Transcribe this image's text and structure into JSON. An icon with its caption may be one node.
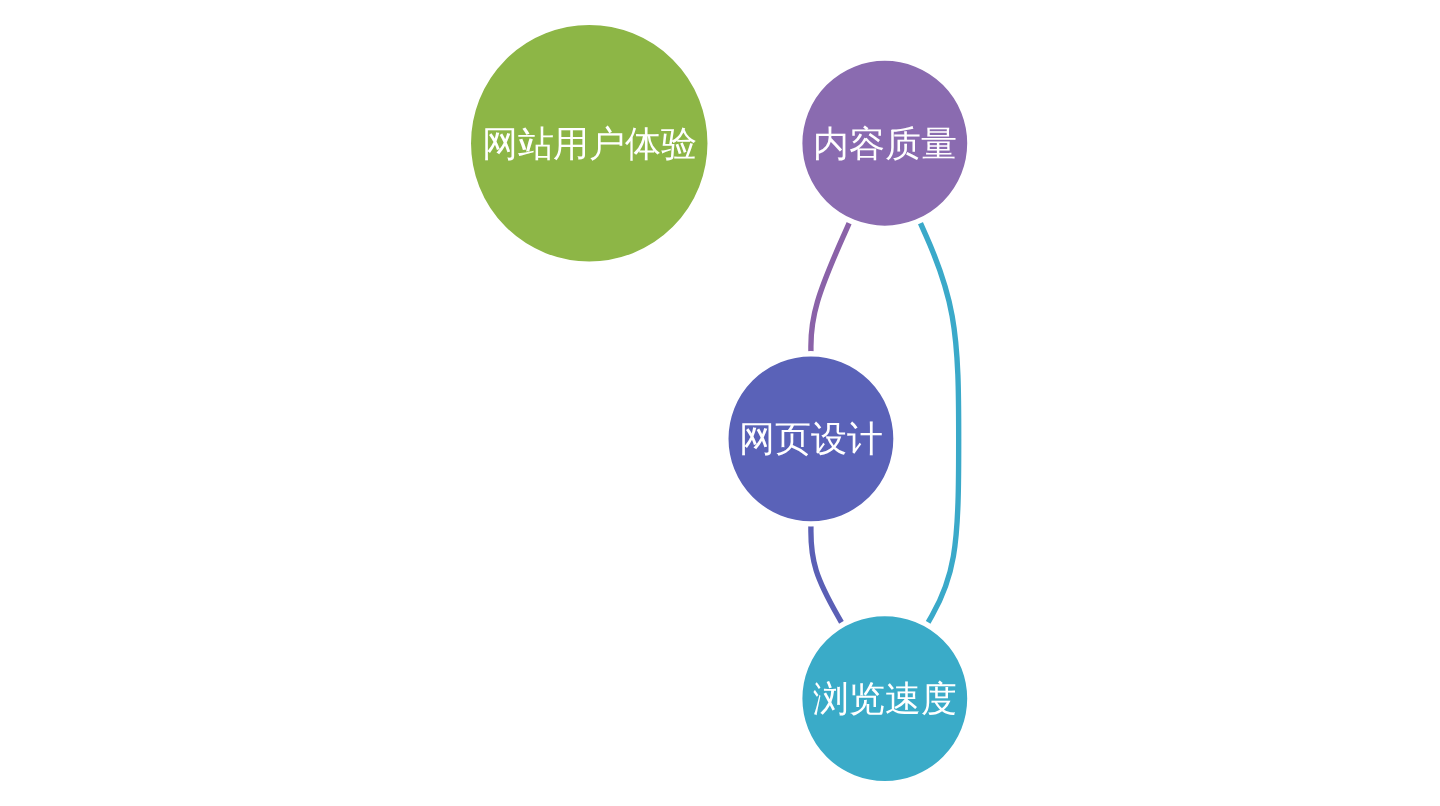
{
  "diagram": {
    "nodes": [
      {
        "text": [
          "网站用户体验"
        ]
      },
      {
        "text": [
          "内容质量"
        ]
      },
      {
        "text": [
          "网页设计"
        ]
      },
      {
        "text": [
          "浏览速度"
        ]
      }
    ],
    "edges": [
      {
        "from": 1,
        "to": 2,
        "arrow": "none",
        "color": "#8a62a8"
      },
      {
        "from": 2,
        "to": 3,
        "arrow": "none",
        "color": "#5a5fb5"
      },
      {
        "from": 3,
        "to": 1,
        "arrow": "none",
        "color": "#3aa9c9"
      }
    ]
  }
}
